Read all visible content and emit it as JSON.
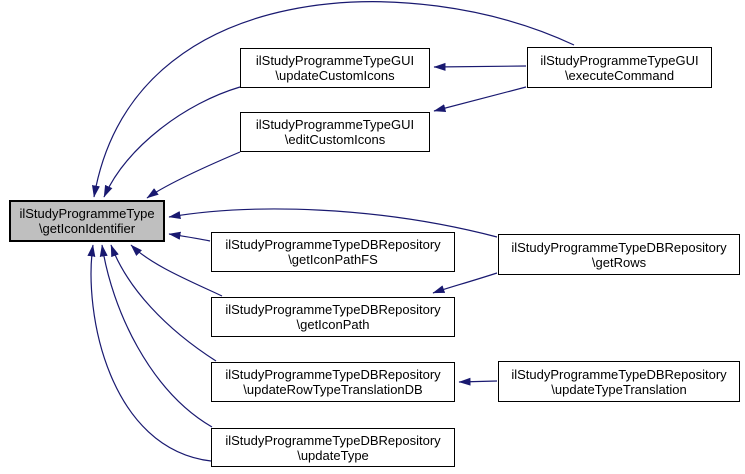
{
  "diagram": {
    "type": "call-graph",
    "highlighted_node": "getIconIdentifier"
  },
  "colors": {
    "background": "#ffffff",
    "edge": "#191970",
    "node_border": "#000000",
    "node_fill": "#ffffff",
    "highlighted_node_fill": "#bfbfbf"
  },
  "nodes": {
    "getIconIdentifier": {
      "line1": "ilStudyProgrammeType",
      "line2": "\\getIconIdentifier"
    },
    "updateCustomIcons": {
      "line1": "ilStudyProgrammeTypeGUI",
      "line2": "\\updateCustomIcons"
    },
    "editCustomIcons": {
      "line1": "ilStudyProgrammeTypeGUI",
      "line2": "\\editCustomIcons"
    },
    "executeCommand": {
      "line1": "ilStudyProgrammeTypeGUI",
      "line2": "\\executeCommand"
    },
    "getIconPathFS": {
      "line1": "ilStudyProgrammeTypeDBRepository",
      "line2": "\\getIconPathFS"
    },
    "getRows": {
      "line1": "ilStudyProgrammeTypeDBRepository",
      "line2": "\\getRows"
    },
    "getIconPath": {
      "line1": "ilStudyProgrammeTypeDBRepository",
      "line2": "\\getIconPath"
    },
    "updateRowTypeTranslationDB": {
      "line1": "ilStudyProgrammeTypeDBRepository",
      "line2": "\\updateRowTypeTranslationDB"
    },
    "updateTypeTranslation": {
      "line1": "ilStudyProgrammeTypeDBRepository",
      "line2": "\\updateTypeTranslation"
    },
    "updateType": {
      "line1": "ilStudyProgrammeTypeDBRepository",
      "line2": "\\updateType"
    }
  },
  "edges": [
    {
      "from": "executeCommand",
      "to": "getIconIdentifier"
    },
    {
      "from": "updateCustomIcons",
      "to": "getIconIdentifier"
    },
    {
      "from": "editCustomIcons",
      "to": "getIconIdentifier"
    },
    {
      "from": "executeCommand",
      "to": "updateCustomIcons"
    },
    {
      "from": "executeCommand",
      "to": "editCustomIcons"
    },
    {
      "from": "getIconPathFS",
      "to": "getIconIdentifier"
    },
    {
      "from": "getRows",
      "to": "getIconIdentifier"
    },
    {
      "from": "getRows",
      "to": "getIconPath"
    },
    {
      "from": "getIconPath",
      "to": "getIconIdentifier"
    },
    {
      "from": "updateRowTypeTranslationDB",
      "to": "getIconIdentifier"
    },
    {
      "from": "updateType",
      "to": "getIconIdentifier"
    },
    {
      "from": "updateTypeTranslation",
      "to": "updateRowTypeTranslationDB"
    }
  ]
}
